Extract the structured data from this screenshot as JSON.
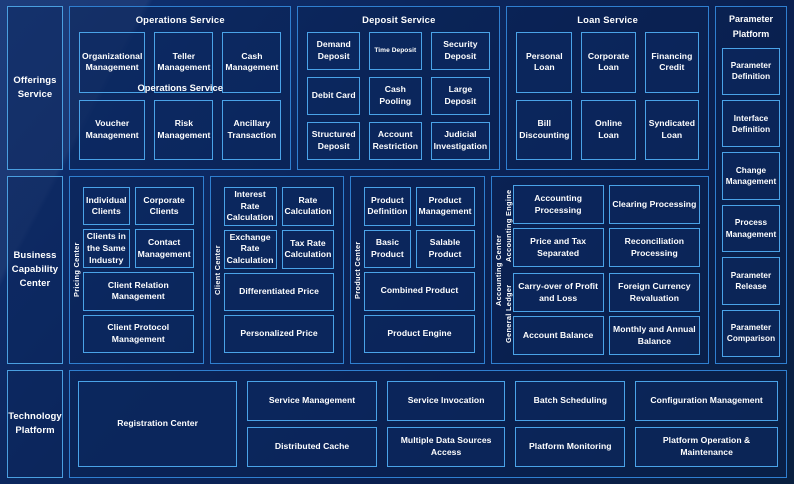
{
  "theme": {
    "background": "#0a2053",
    "panel_border": "#2f7fd0",
    "box_border": "#4aa3e8",
    "text": "#ffffff"
  },
  "rows": [
    {
      "rail": "Offerings Service",
      "services": [
        {
          "title": "Operations Service",
          "duplicate_title": "Operations Service",
          "items": [
            "Organizational Management",
            "Teller Management",
            "Cash Management",
            "Voucher Management",
            "Risk Management",
            "Ancillary Transaction"
          ]
        },
        {
          "title": "Deposit Service",
          "items": [
            "Demand Deposit",
            "Time Deposit",
            "Security Deposit",
            "Debit Card",
            "Cash Pooling",
            "Large Deposit",
            "Structured Deposit",
            "Account Restriction",
            "Judicial Investigation"
          ],
          "small_items": [
            "Time Deposit"
          ]
        },
        {
          "title": "Loan Service",
          "items": [
            "Personal Loan",
            "Corporate Loan",
            "Financing Credit",
            "Bill Discounting",
            "Online Loan",
            "Syndicated Loan"
          ]
        }
      ]
    },
    {
      "rail": "Business Capability Center",
      "centers": [
        {
          "vlabel": "Pricing Center",
          "items": [
            "Individual Clients",
            "Corporate Clients",
            "Clients in the Same Industry",
            "Contact Management",
            "Client Relation Management",
            "Client Protocol Management"
          ]
        },
        {
          "vlabel": "Client Center",
          "items": [
            "Interest Rate Calculation",
            "Rate Calculation",
            "Exchange Rate Calculation",
            "Tax Rate Calculation",
            "Differentiated Price",
            "Personalized Price"
          ]
        },
        {
          "vlabel": "Product Center",
          "items": [
            "Product Definition",
            "Product Management",
            "Basic Product",
            "Salable Product",
            "Combined Product",
            "Product Engine"
          ]
        }
      ],
      "accounting": {
        "vlabel": "Accounting Center",
        "groups": [
          {
            "vlabel": "Accounting Engine",
            "items": [
              "Accounting Processing",
              "Clearing Processing",
              "Price and Tax Separated",
              "Reconciliation Processing"
            ]
          },
          {
            "vlabel": "General Ledger",
            "items": [
              "Carry-over of Profit and Loss",
              "Foreign Currency Revaluation",
              "Account Balance",
              "Monthly and Annual Balance"
            ]
          }
        ]
      }
    },
    {
      "rail": "Technology Platform",
      "items": [
        "Registration Center",
        "Service Management",
        "Distributed Cache",
        "Service Invocation",
        "Multiple Data Sources Access",
        "Batch Scheduling",
        "Platform Monitoring",
        "Configuration Management",
        "Platform Operation & Maintenance"
      ]
    }
  ],
  "parameter_platform": {
    "title_line1": "Parameter",
    "title_line2": "Platform",
    "items": [
      "Parameter Definition",
      "Interface Definition",
      "Change Management",
      "Process Management",
      "Parameter Release",
      "Parameter Comparison"
    ]
  }
}
